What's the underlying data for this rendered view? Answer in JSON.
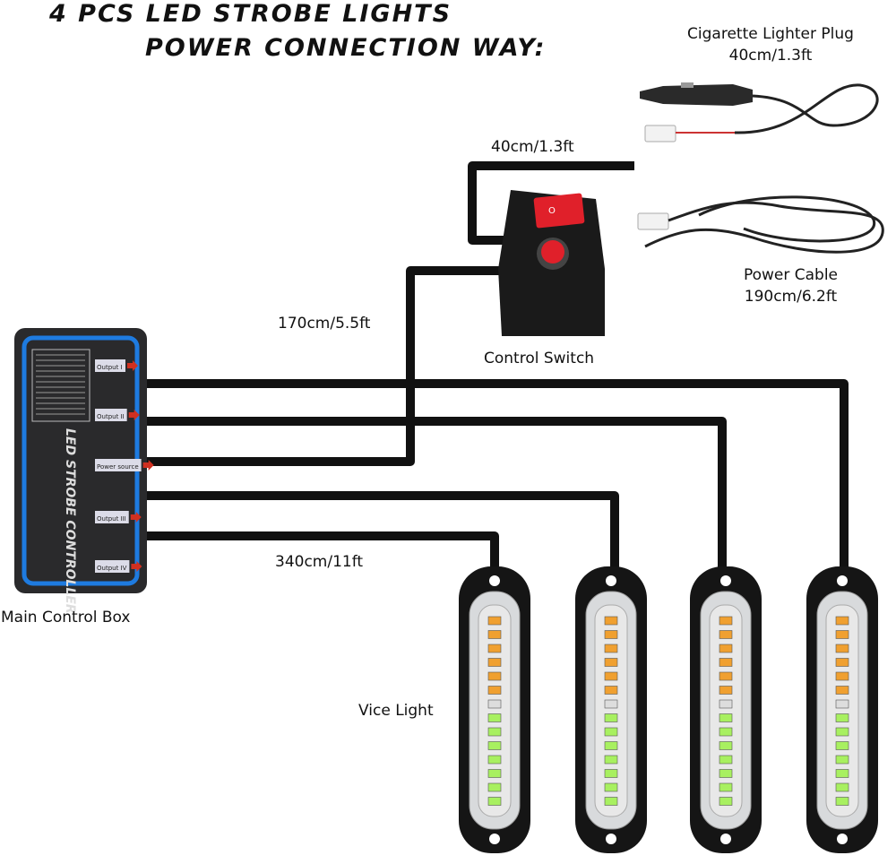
{
  "title": {
    "line1": "4 PCS LED STROBE LIGHTS",
    "line2": "POWER CONNECTION WAY:"
  },
  "labels": {
    "cigarette_plug": "Cigarette Lighter Plug",
    "cigarette_length": "40cm/1.3ft",
    "switch_cable_length": "40cm/1.3ft",
    "power_cable": "Power Cable",
    "power_cable_length": "190cm/6.2ft",
    "switch_to_box_length": "170cm/5.5ft",
    "control_switch": "Control Switch",
    "main_control_box": "Main Control Box",
    "light_cable_length": "340cm/11ft",
    "vice_light": "Vice Light"
  },
  "control_box": {
    "brand_text": "LED STROBE CONTROLLER",
    "ports": [
      "Output I",
      "Output II",
      "Power source",
      "Output III",
      "Output IV"
    ]
  },
  "colors": {
    "box_outline": "#1e7be0",
    "switch_red": "#e0202a",
    "led_amber": "#f0a030",
    "led_green": "#a8f060",
    "cable": "#111111"
  }
}
